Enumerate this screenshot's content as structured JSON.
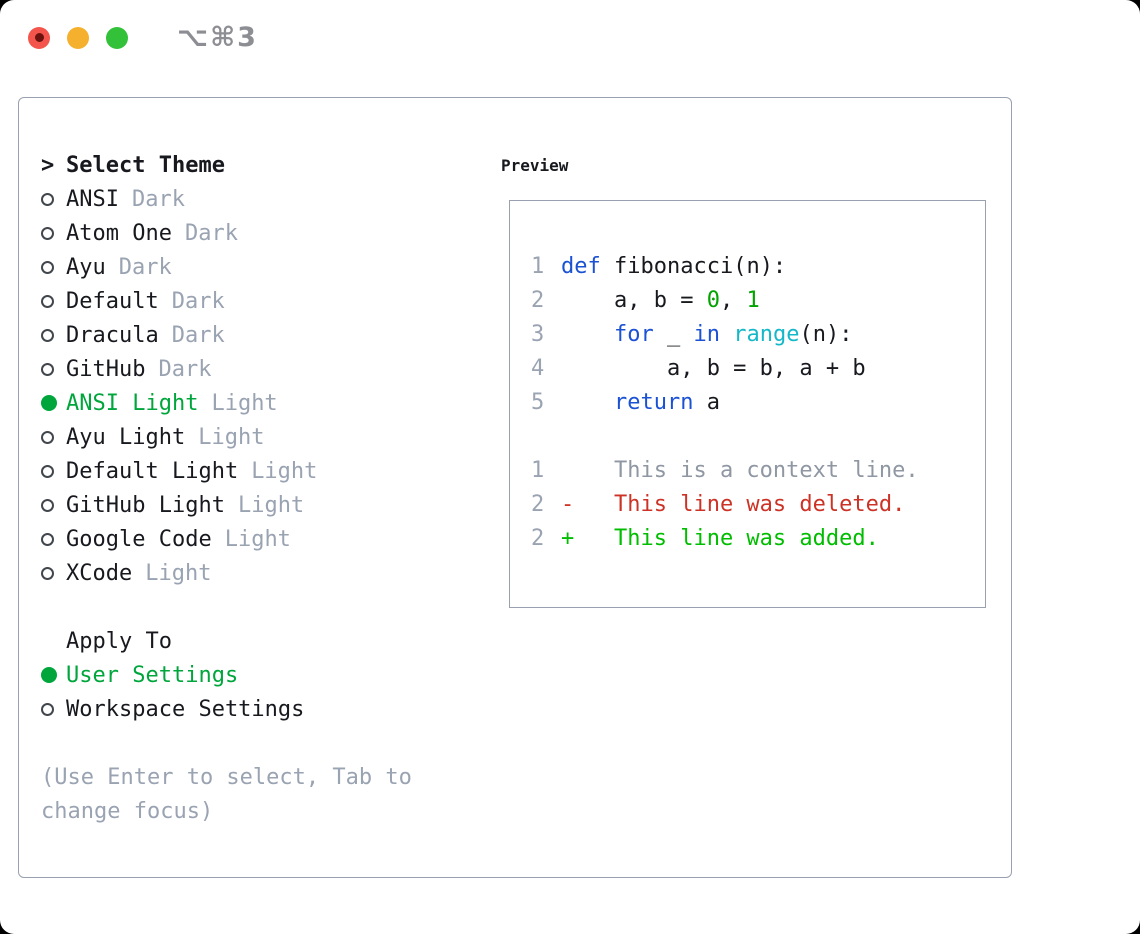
{
  "titlebar": {
    "shortcut": "⌥⌘3",
    "lights": [
      {
        "name": "close",
        "color": "#f3554c"
      },
      {
        "name": "minimize",
        "color": "#f5b02d"
      },
      {
        "name": "maximize",
        "color": "#33c13a"
      }
    ]
  },
  "theme_selector": {
    "heading_marker": ">",
    "heading": "Select Theme",
    "items": [
      {
        "name": "ANSI",
        "badge": "Dark",
        "selected": false
      },
      {
        "name": "Atom One",
        "badge": "Dark",
        "selected": false
      },
      {
        "name": "Ayu",
        "badge": "Dark",
        "selected": false
      },
      {
        "name": "Default",
        "badge": "Dark",
        "selected": false
      },
      {
        "name": "Dracula",
        "badge": "Dark",
        "selected": false
      },
      {
        "name": "GitHub",
        "badge": "Dark",
        "selected": false
      },
      {
        "name": "ANSI Light",
        "badge": "Light",
        "selected": true
      },
      {
        "name": "Ayu Light",
        "badge": "Light",
        "selected": false
      },
      {
        "name": "Default Light",
        "badge": "Light",
        "selected": false
      },
      {
        "name": "GitHub Light",
        "badge": "Light",
        "selected": false
      },
      {
        "name": "Google Code",
        "badge": "Light",
        "selected": false
      },
      {
        "name": "XCode",
        "badge": "Light",
        "selected": false
      }
    ],
    "apply_to": {
      "heading": "Apply To",
      "options": [
        {
          "label": "User Settings",
          "selected": true
        },
        {
          "label": "Workspace Settings",
          "selected": false
        }
      ]
    },
    "hint_lines": [
      "(Use Enter to select, Tab to",
      "change focus)"
    ]
  },
  "preview": {
    "heading": "Preview",
    "lines": [
      {
        "number": "1",
        "segments": [
          {
            "t": "def",
            "c": "keyword"
          },
          {
            "t": " fibonacci(n):",
            "c": "text"
          }
        ]
      },
      {
        "number": "2",
        "segments": [
          {
            "t": "    a, b = ",
            "c": "text"
          },
          {
            "t": "0",
            "c": "number"
          },
          {
            "t": ", ",
            "c": "text"
          },
          {
            "t": "1",
            "c": "number"
          }
        ]
      },
      {
        "number": "3",
        "segments": [
          {
            "t": "    ",
            "c": "text"
          },
          {
            "t": "for",
            "c": "keyword"
          },
          {
            "t": " _ ",
            "c": "text"
          },
          {
            "t": "in",
            "c": "keyword"
          },
          {
            "t": " ",
            "c": "text"
          },
          {
            "t": "range",
            "c": "builtin"
          },
          {
            "t": "(n):",
            "c": "text"
          }
        ]
      },
      {
        "number": "4",
        "segments": [
          {
            "t": "        a, b = b, a + b",
            "c": "text"
          }
        ]
      },
      {
        "number": "5",
        "segments": [
          {
            "t": "    ",
            "c": "text"
          },
          {
            "t": "return",
            "c": "keyword"
          },
          {
            "t": " a",
            "c": "text"
          }
        ]
      },
      {
        "blank": true
      },
      {
        "number": "1",
        "segments": [
          {
            "t": "    This is a context line.",
            "c": "muted"
          }
        ]
      },
      {
        "number": "2",
        "segments": [
          {
            "t": "-   This line was deleted.",
            "c": "deleted"
          }
        ]
      },
      {
        "number": "2",
        "segments": [
          {
            "t": "+   This line was added.",
            "c": "added"
          }
        ]
      }
    ]
  },
  "colors": {
    "text": "#17191e",
    "muted": "#9aa3b2",
    "accent_green": "#00a63c",
    "keyword_blue": "#1b52d4",
    "builtin_cyan": "#14b8c8",
    "number_green": "#00a300",
    "deleted_red": "#cc3326",
    "added_green": "#00bd00",
    "panel_border": "#99a1b0"
  }
}
